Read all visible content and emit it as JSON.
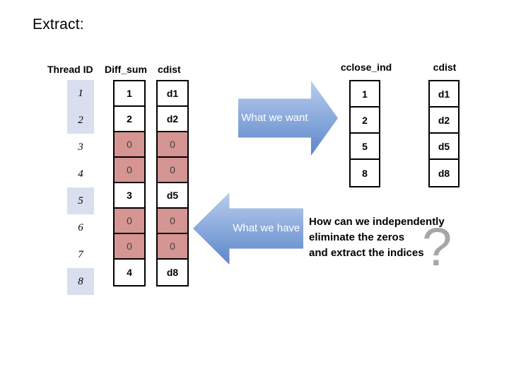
{
  "slide": {
    "title": "Extract:"
  },
  "left_table": {
    "headers": {
      "thread_id": "Thread ID",
      "diff_sum": "Diff_sum",
      "cdist": "cdist"
    },
    "highlighted_thread_ids": [
      "1",
      "2",
      "5",
      "8"
    ],
    "rows": [
      {
        "thread_id": "1",
        "diff_sum": "1",
        "cdist": "d1"
      },
      {
        "thread_id": "2",
        "diff_sum": "2",
        "cdist": "d2"
      },
      {
        "thread_id": "3",
        "diff_sum": "0",
        "cdist": "0"
      },
      {
        "thread_id": "4",
        "diff_sum": "0",
        "cdist": "0"
      },
      {
        "thread_id": "5",
        "diff_sum": "3",
        "cdist": "d5"
      },
      {
        "thread_id": "6",
        "diff_sum": "0",
        "cdist": "0"
      },
      {
        "thread_id": "7",
        "diff_sum": "0",
        "cdist": "0"
      },
      {
        "thread_id": "8",
        "diff_sum": "4",
        "cdist": "d8"
      }
    ]
  },
  "arrows": {
    "want_label": "What we want",
    "have_label": "What we have"
  },
  "result_table": {
    "cclose_ind": {
      "header": "cclose_ind",
      "values": [
        "1",
        "2",
        "5",
        "8"
      ]
    },
    "cdist": {
      "header": "cdist",
      "values": [
        "d1",
        "d2",
        "d5",
        "d8"
      ]
    }
  },
  "question": {
    "lines": [
      "How can we independently",
      "eliminate the zeros",
      "and extract the indices"
    ],
    "mark": "?"
  },
  "colors": {
    "thread_highlight": "#d9dfee",
    "zero_cell_bg": "#d49593",
    "zero_text": "#404040",
    "arrow_top": "#bacdeb",
    "arrow_mid": "#86a7db",
    "arrow_bottom": "#5b86c8",
    "arrow_text": "#ffffff",
    "question_mark": "#a6a6a6",
    "cell_border": "#000000",
    "text": "#000000",
    "background": "#ffffff"
  }
}
